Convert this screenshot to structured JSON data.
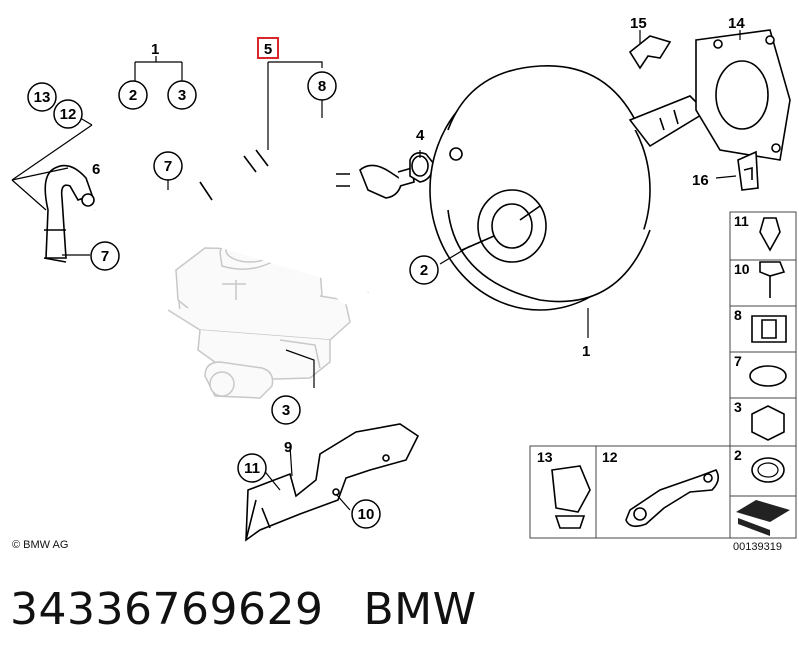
{
  "callouts": {
    "c1_top": "1",
    "c2_top": "2",
    "c3_top": "3",
    "c5": "5",
    "c8": "8",
    "c13": "13",
    "c12": "12",
    "c6": "6",
    "c7_mid": "7",
    "c7_low": "7",
    "c4": "4",
    "c2_mid": "2",
    "c15": "15",
    "c14": "14",
    "c16": "16",
    "c1_booster": "1",
    "c3_low": "3",
    "c9": "9",
    "c11_bracket": "11",
    "c10_bracket": "10"
  },
  "parts_panel": {
    "items": [
      "11",
      "10",
      "8",
      "7",
      "3",
      "2"
    ],
    "bottom_labels": [
      "13",
      "12"
    ]
  },
  "footer": {
    "copyright": "© BMW AG",
    "drawing_number": "00139319",
    "part_number": "34336769629",
    "brand": "BMW"
  },
  "colors": {
    "highlight": "#d62828",
    "line": "#000000",
    "reservoir": "#c8c8c8"
  }
}
